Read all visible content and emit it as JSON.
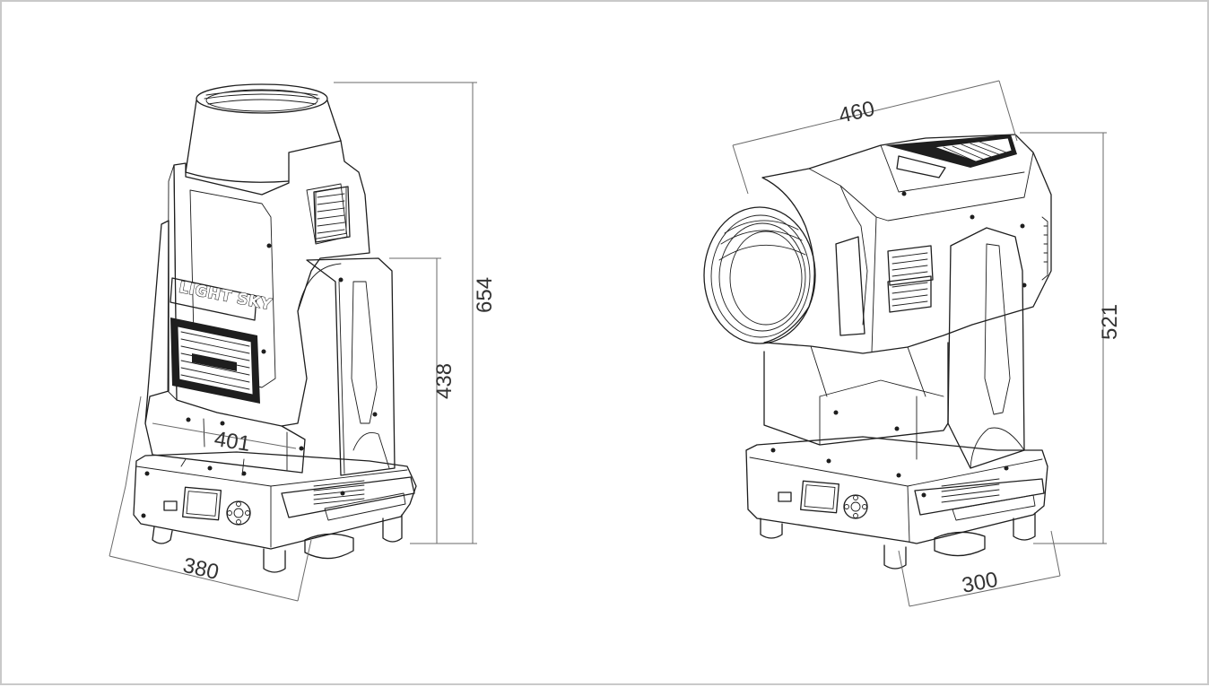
{
  "brand_text": "LIGHT SKY",
  "front_view": {
    "height_total": "654",
    "height_arm": "438",
    "width_head": "401",
    "width_base": "380"
  },
  "side_view": {
    "length_head": "460",
    "height_total": "521",
    "depth_base": "300"
  },
  "colors": {
    "line": "#1e1e1e",
    "dimension": "#6a6a6a",
    "frame": "#c9c9c9"
  }
}
